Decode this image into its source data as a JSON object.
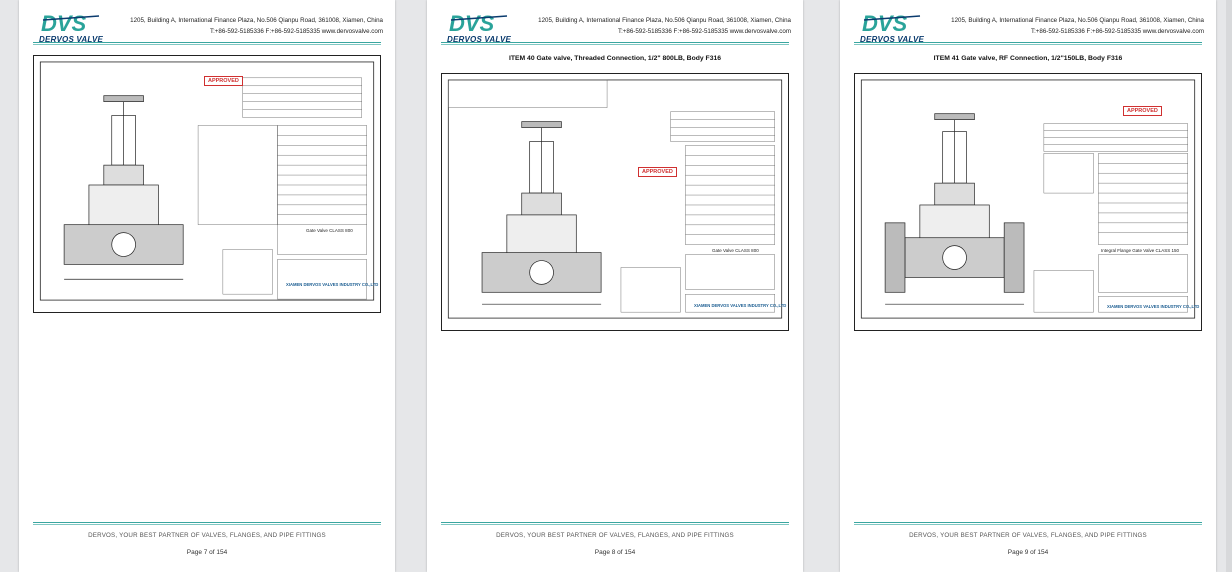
{
  "company": {
    "logo_text": "DVS",
    "brand": "DERVOS VALVE",
    "address": "1205, Building A, International Finance Plaza, No.506 Qianpu Road, 361008, Xiamen, China",
    "contact": "T:+86-592-5185336   F:+86-592-5185335   www.dervosvalve.com"
  },
  "footer": {
    "slogan": "DERVOS, YOUR BEST PARTNER OF VALVES, FLANGES, AND PIPE FITTINGS"
  },
  "drawing_common": {
    "title_block_company": "XIAMEN DERVOS VALVES INDUSTRY CO.,LTD"
  },
  "pages": [
    {
      "page_label": "Page 7 of 154",
      "item_title": "",
      "stamp": "APPROVED",
      "valve_label": "Gate Valve   CLASS 800"
    },
    {
      "page_label": "Page 8 of 154",
      "item_title": "ITEM 40  Gate valve, Threaded Connection, 1/2\" 800LB, Body F316",
      "stamp": "APPROVED",
      "valve_label": "Gate Valve   CLASS 800"
    },
    {
      "page_label": "Page 9 of 154",
      "item_title": "ITEM 41  Gate valve, RF Connection, 1/2\"150LB, Body F316",
      "stamp": "APPROVED",
      "valve_label": "Integral Flange   Gate Valve   CLASS 150"
    }
  ],
  "colors": {
    "accent": "#3aa6a0",
    "logo_blue": "#0b3b6e",
    "logo_teal": "#2aa39a",
    "stamp_red": "#d03030"
  }
}
